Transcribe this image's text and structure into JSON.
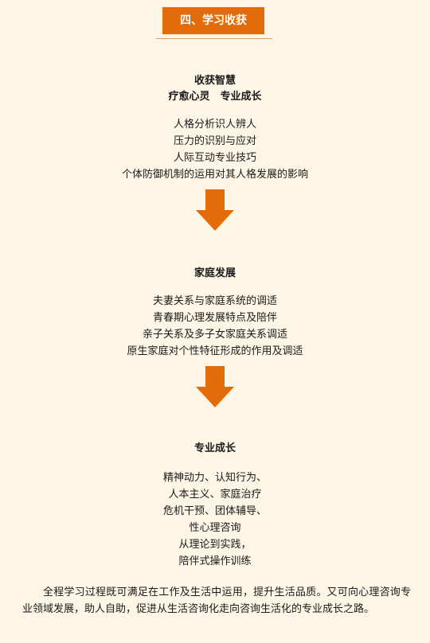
{
  "header": {
    "title": "四、学习收获"
  },
  "section1": {
    "title": "收获智慧",
    "subtitle": "疗愈心灵　专业成长",
    "items": [
      "人格分析识人辨人",
      "压力的识别与应对",
      "人际互动专业技巧",
      "个体防御机制的运用对其人格发展的影响"
    ]
  },
  "section2": {
    "title": "家庭发展",
    "items": [
      "夫妻关系与家庭系统的调适",
      "青春期心理发展特点及陪伴",
      "亲子关系及多子女家庭关系调适",
      "原生家庭对个性特征形成的作用及调适"
    ]
  },
  "section3": {
    "title": "专业成长",
    "items": [
      "精神动力、认知行为、",
      "人本主义、家庭治疗",
      "危机干预、团体辅导、",
      "性心理咨询",
      "从理论到实践，",
      "陪伴式操作训练"
    ]
  },
  "summary": {
    "text": "全程学习过程既可满足在工作及生活中运用，提升生活品质。又可向心理咨询专业领域发展，助人自助，促进从生活咨询化走向咨询生活化的专业成长之路。"
  },
  "colors": {
    "accent": "#e36c0a",
    "background": "#fdf6e6"
  },
  "icons": [
    "arrow-down-icon",
    "arrow-down-icon"
  ]
}
